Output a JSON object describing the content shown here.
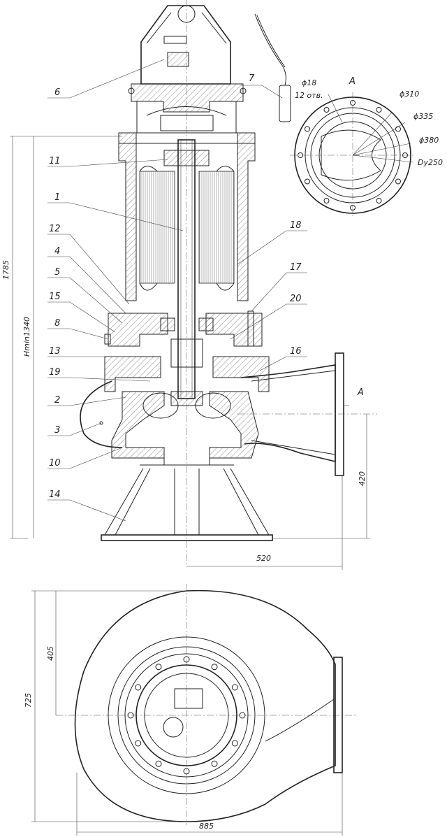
{
  "labels": {
    "l6": "6",
    "l11": "11",
    "l1": "1",
    "l12": "12",
    "l4": "4",
    "l5": "5",
    "l15": "15",
    "l8": "8",
    "l13": "13",
    "l19": "19",
    "l2": "2",
    "l3": "3",
    "l10": "10",
    "l14": "14",
    "l7": "7",
    "l18": "18",
    "l17": "17",
    "l20": "20",
    "l16": "16"
  },
  "view_a": {
    "title": "A",
    "hole_dia": "ϕ18",
    "hole_count": "12 отв.",
    "d310": "ϕ310",
    "d335": "ϕ335",
    "d380": "ϕ380",
    "dy": "Dy250"
  },
  "section_mark": "A",
  "dimensions": {
    "height_total": "1785",
    "h_min": "Hmin1340",
    "outlet_height": "420",
    "outlet_offset": "520",
    "plan_405": "405",
    "plan_725": "725",
    "plan_885": "885"
  }
}
